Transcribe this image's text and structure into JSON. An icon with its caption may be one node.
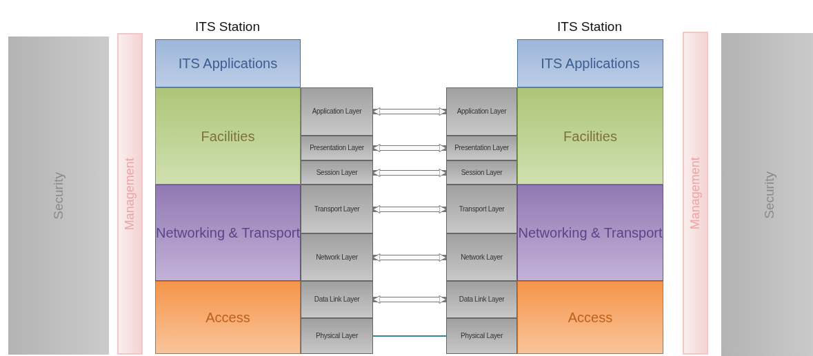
{
  "diagram": {
    "nodes": [
      {
        "text": [
          "Security"
        ]
      },
      {
        "text": [
          "Management"
        ]
      },
      {
        "text": [
          "ITS Applications"
        ]
      },
      {
        "text": [
          "Facilities"
        ]
      },
      {
        "text": [
          "Networking & Transport"
        ]
      },
      {
        "text": [
          "Access"
        ]
      },
      {
        "text": [
          "Application Layer"
        ]
      },
      {
        "text": [
          "Presentation Layer"
        ]
      },
      {
        "text": [
          "Session Layer"
        ]
      },
      {
        "text": [
          "Transport Layer"
        ]
      },
      {
        "text": [
          "Network Layer"
        ]
      },
      {
        "text": [
          "Data Link Layer"
        ]
      },
      {
        "text": [
          "Physical Layer"
        ]
      },
      {
        "text": [
          "Application Layer"
        ]
      },
      {
        "text": [
          "Presentation Layer"
        ]
      },
      {
        "text": [
          "Session Layer"
        ]
      },
      {
        "text": [
          "Transport Layer"
        ]
      },
      {
        "text": [
          "Network Layer"
        ]
      },
      {
        "text": [
          "Data Link Layer"
        ]
      },
      {
        "text": [
          "Physical Layer"
        ]
      },
      {
        "text": [
          "ITS Applications"
        ]
      },
      {
        "text": [
          "Facilities"
        ]
      },
      {
        "text": [
          "Networking & Transport"
        ]
      },
      {
        "text": [
          "Access"
        ]
      },
      {
        "text": [
          "Management"
        ]
      },
      {
        "text": [
          "Security"
        ]
      }
    ],
    "edges": [
      {
        "from": 6,
        "to": 13,
        "arrow": "both"
      },
      {
        "from": 7,
        "to": 14,
        "arrow": "both"
      },
      {
        "from": 8,
        "to": 15,
        "arrow": "both"
      },
      {
        "from": 9,
        "to": 16,
        "arrow": "both"
      },
      {
        "from": 10,
        "to": 17,
        "arrow": "both"
      },
      {
        "from": 11,
        "to": 18,
        "arrow": "both"
      },
      {
        "from": 12,
        "to": 19,
        "arrow": "none",
        "color": "#31849b"
      }
    ],
    "labels": [
      "ITS Station",
      "ITS Station"
    ]
  }
}
